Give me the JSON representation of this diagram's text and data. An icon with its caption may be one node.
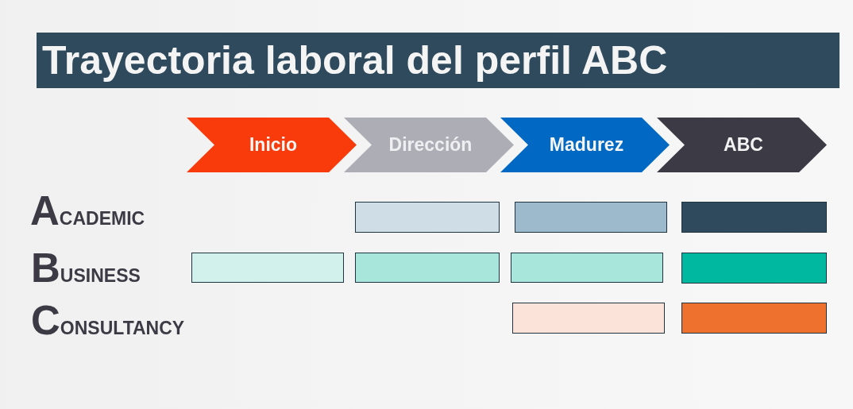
{
  "diagram": {
    "title": "Trayectoria laboral del perfil ABC",
    "nodes": [
      {
        "text": [
          "Inicio"
        ]
      },
      {
        "text": [
          "Dirección"
        ]
      },
      {
        "text": [
          "Madurez"
        ]
      },
      {
        "text": [
          "ABC"
        ]
      },
      {
        "text": [],
        "shape": "bar"
      },
      {
        "text": [],
        "shape": "bar"
      },
      {
        "text": [],
        "shape": "bar"
      },
      {
        "text": [],
        "shape": "bar"
      },
      {
        "text": [],
        "shape": "bar"
      },
      {
        "text": [],
        "shape": "bar"
      },
      {
        "text": [],
        "shape": "bar"
      },
      {
        "text": [],
        "shape": "bar"
      },
      {
        "text": [],
        "shape": "bar"
      }
    ],
    "labels": [
      "ACADEMIC",
      "BUSINESS",
      "CONSULTANCY"
    ]
  }
}
